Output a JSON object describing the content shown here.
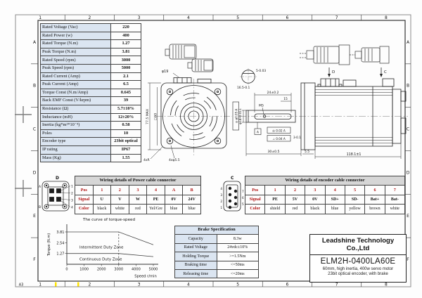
{
  "frame": {
    "sheet": "A3",
    "cols": [
      "1",
      "2",
      "3",
      "4",
      "5",
      "6",
      "7",
      "8"
    ],
    "rows": [
      "A",
      "B",
      "C",
      "D",
      "E",
      "F"
    ]
  },
  "specs": {
    "rows": [
      {
        "label": "Rated Voltage (Vac)",
        "value": "220"
      },
      {
        "label": "Rated Power (w)",
        "value": "400"
      },
      {
        "label": "Rated Torque (N.m)",
        "value": "1.27"
      },
      {
        "label": "Peak Torque (N.m)",
        "value": "3.81"
      },
      {
        "label": "Rated Speed (rpm)",
        "value": "3000"
      },
      {
        "label": "Peak Speed (rpm)",
        "value": "5000"
      },
      {
        "label": "Rated Current (Amp)",
        "value": "2.1"
      },
      {
        "label": "Peak Current (Amp)",
        "value": "6.5"
      },
      {
        "label": "Torque Const (N.m/Amp)",
        "value": "0.645"
      },
      {
        "label": "Back EMF Const (V/krpm)",
        "value": "39"
      },
      {
        "label": "Resistance (Ω)",
        "value": "5.7±10%"
      },
      {
        "label": "Inductance (mH)",
        "value": "12±20%"
      },
      {
        "label": "Inertia (kg*m²*10⁻⁴)",
        "value": "0.58"
      },
      {
        "label": "Poles",
        "value": "10"
      },
      {
        "label": "Encoder type",
        "value": "23bit optical"
      },
      {
        "label": "IP rating",
        "value": "IP67"
      },
      {
        "label": "Mass (Kg)",
        "value": "1.55"
      }
    ]
  },
  "power": {
    "title": "Wiring details of Power cable connector",
    "row_headers": [
      "Pos",
      "Signal",
      "Color"
    ],
    "pos": [
      "1",
      "2",
      "3",
      "4",
      "A",
      "B"
    ],
    "signal": [
      "U",
      "V",
      "W",
      "PE",
      "0V",
      "24V"
    ],
    "color": [
      "black",
      "white",
      "red",
      "Yel/Gre",
      "blue",
      "blue"
    ]
  },
  "encoder": {
    "title": "Wiring details of encoder cable connector",
    "row_headers": [
      "Pos",
      "Signal",
      "Color"
    ],
    "pos": [
      "1",
      "2",
      "3",
      "4",
      "5",
      "6",
      "7"
    ],
    "signal": [
      "PE",
      "5V",
      "0V",
      "SD+",
      "SD-",
      "Bat+",
      "Bat-"
    ],
    "color": [
      "shield",
      "red",
      "black",
      "blue",
      "yellow",
      "brown",
      "white"
    ]
  },
  "brake": {
    "title": "Brake Specification",
    "rows": [
      {
        "label": "Capacity",
        "value": "8.3w"
      },
      {
        "label": "Rated Voltage",
        "value": "24vdc±10%"
      },
      {
        "label": "Holding Torque",
        "value": ">=1.5Nm"
      },
      {
        "label": "Braking time",
        "value": "<=50ms"
      },
      {
        "label": "Releasing time",
        "value": "<=20ms"
      }
    ]
  },
  "block": {
    "company": "Leadshine Technology Co.,Ltd",
    "model": "ELM2H-0400LA60E",
    "line1": "60mm, high inertia, 400w servo motor",
    "line2": "23bit optical encoder, with brake"
  },
  "chart_data": {
    "type": "line",
    "title": "The curve of torque-speed",
    "xlabel": "Speed r/min",
    "ylabel": "Torque (N.m)",
    "x_ticks": [
      0,
      1000,
      2000,
      3000,
      4000,
      5000
    ],
    "y_ticks": [
      1.27,
      2.54,
      3.81
    ],
    "xlim": [
      0,
      5000
    ],
    "ylim": [
      0,
      4.4
    ],
    "dashed_vline_x": 3000,
    "series": [
      {
        "name": "Intermittent Duty Zone",
        "x": [
          0,
          3000,
          5000
        ],
        "y": [
          3.81,
          3.81,
          2.3
        ]
      },
      {
        "name": "Continuous Duty Zone",
        "x": [
          0,
          3000,
          5000
        ],
        "y": [
          1.27,
          1.27,
          0.9
        ]
      }
    ]
  },
  "dims": {
    "front": {
      "d1": "φ19",
      "d2": "77.5 MAX",
      "d3": "□60",
      "d4": "4xR",
      "d5": "4xφ5.5"
    },
    "shaft": {
      "sec1": "16.5-0.1",
      "sec2": "5-0.03",
      "len1": "24±0.2",
      "len2": "15",
      "tap": "M5",
      "dia": "φ14-0.011",
      "fcf0": "◎ φ0.05 A",
      "datum": "A",
      "fcf1": "◎ 0.02 A",
      "fcf2": "⊥ 0.04 A",
      "gap1": "3-0.1",
      "len3": "30±0.5",
      "gap2": "5.5"
    },
    "body": {
      "len": "118.1±1"
    }
  },
  "conn": {
    "d": "D",
    "c": "C",
    "d_left": [
      "A",
      "B"
    ],
    "d_right": [
      "1",
      "2",
      "3",
      "4"
    ],
    "c_left": [
      "4",
      "3",
      "2",
      "1"
    ],
    "c_right": [
      "7",
      "6",
      "5"
    ]
  }
}
